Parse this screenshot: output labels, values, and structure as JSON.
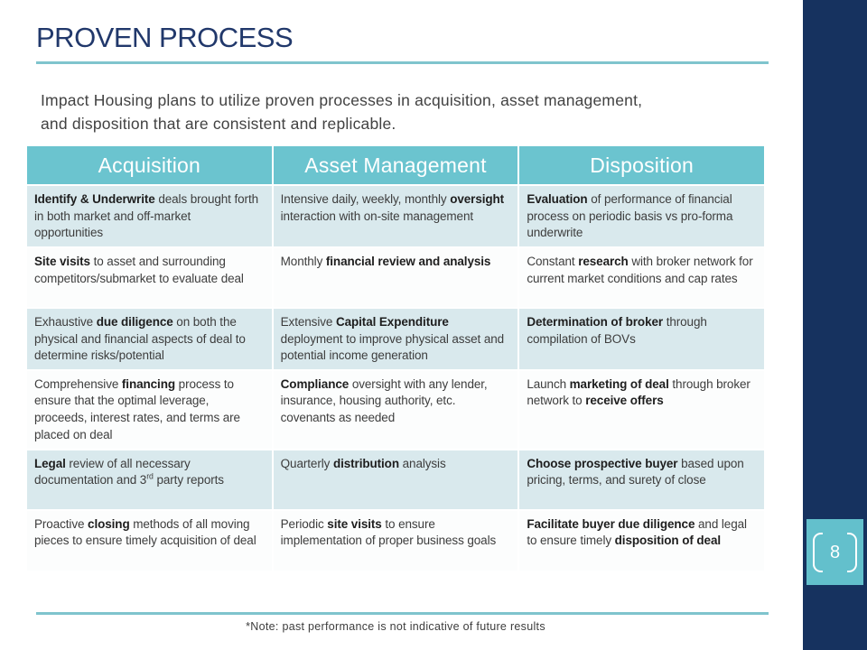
{
  "slide": {
    "title": "PROVEN PROCESS",
    "intro": "Impact Housing plans to utilize proven processes in acquisition, asset management,\nand disposition that are consistent and replicable.",
    "footnote": "*Note:  past performance is not indicative of future results"
  },
  "page": {
    "number": "8"
  },
  "colors": {
    "navy": "#16325F",
    "title_navy": "#21386B",
    "header_teal": "#6BC4CF",
    "row_teal": "#D9E9ED",
    "row_white": "#FCFDFD",
    "rule_teal": "#7FC4CD",
    "badge_teal": "#63C0CC"
  },
  "table": {
    "columns": [
      "Acquisition",
      "Asset Management",
      "Disposition"
    ],
    "rows": [
      {
        "cells": [
          [
            {
              "t": "Identify & Underwrite",
              "b": true
            },
            {
              "t": " deals brought forth in both market and off-market opportunities",
              "b": false
            }
          ],
          [
            {
              "t": "Intensive daily, weekly, monthly ",
              "b": false
            },
            {
              "t": "oversight",
              "b": true
            },
            {
              "t": " interaction with on-site management",
              "b": false
            }
          ],
          [
            {
              "t": "Evaluation",
              "b": true
            },
            {
              "t": " of performance of financial process on periodic basis vs pro-forma underwrite",
              "b": false
            }
          ]
        ]
      },
      {
        "cells": [
          [
            {
              "t": "Site visits",
              "b": true
            },
            {
              "t": " to asset and surrounding competitors/submarket to evaluate deal",
              "b": false
            }
          ],
          [
            {
              "t": "Monthly ",
              "b": false
            },
            {
              "t": "financial review and analysis",
              "b": true
            }
          ],
          [
            {
              "t": "Constant ",
              "b": false
            },
            {
              "t": "research",
              "b": true
            },
            {
              "t": " with broker network for current market conditions and cap rates",
              "b": false
            }
          ]
        ]
      },
      {
        "cells": [
          [
            {
              "t": "Exhaustive ",
              "b": false
            },
            {
              "t": "due diligence",
              "b": true
            },
            {
              "t": " on both the physical and financial aspects of deal to determine risks/potential",
              "b": false
            }
          ],
          [
            {
              "t": "Extensive ",
              "b": false
            },
            {
              "t": "Capital Expenditure",
              "b": true
            },
            {
              "t": " deployment to improve physical asset and potential income generation",
              "b": false
            }
          ],
          [
            {
              "t": "Determination of broker",
              "b": true
            },
            {
              "t": " through compilation of BOVs",
              "b": false
            }
          ]
        ]
      },
      {
        "cells": [
          [
            {
              "t": "Comprehensive ",
              "b": false
            },
            {
              "t": "financing",
              "b": true
            },
            {
              "t": " process to ensure that the optimal leverage, proceeds, interest rates, and terms are placed on deal",
              "b": false
            }
          ],
          [
            {
              "t": "Compliance",
              "b": true
            },
            {
              "t": " oversight with any lender, insurance, housing authority, etc. covenants as needed",
              "b": false
            }
          ],
          [
            {
              "t": "Launch ",
              "b": false
            },
            {
              "t": "marketing of deal",
              "b": true
            },
            {
              "t": " through broker network to ",
              "b": false
            },
            {
              "t": "receive offers",
              "b": true
            }
          ]
        ]
      },
      {
        "cells": [
          [
            {
              "t": "Legal",
              "b": true
            },
            {
              "t": " review of all necessary documentation and 3",
              "b": false
            },
            {
              "t": "rd",
              "b": false,
              "sup": true
            },
            {
              "t": " party reports",
              "b": false
            }
          ],
          [
            {
              "t": "Quarterly ",
              "b": false
            },
            {
              "t": "distribution",
              "b": true
            },
            {
              "t": " analysis",
              "b": false
            }
          ],
          [
            {
              "t": "Choose prospective buyer",
              "b": true
            },
            {
              "t": " based upon pricing, terms, and surety of close",
              "b": false
            }
          ]
        ]
      },
      {
        "cells": [
          [
            {
              "t": "Proactive ",
              "b": false
            },
            {
              "t": "closing",
              "b": true
            },
            {
              "t": " methods of all moving pieces to ensure timely acquisition of deal",
              "b": false
            }
          ],
          [
            {
              "t": "Periodic ",
              "b": false
            },
            {
              "t": "site visits",
              "b": true
            },
            {
              "t": " to ensure implementation of proper business goals",
              "b": false
            }
          ],
          [
            {
              "t": "Facilitate buyer due diligence",
              "b": true
            },
            {
              "t": " and legal to ensure timely ",
              "b": false
            },
            {
              "t": "disposition of deal",
              "b": true
            }
          ]
        ]
      }
    ]
  }
}
